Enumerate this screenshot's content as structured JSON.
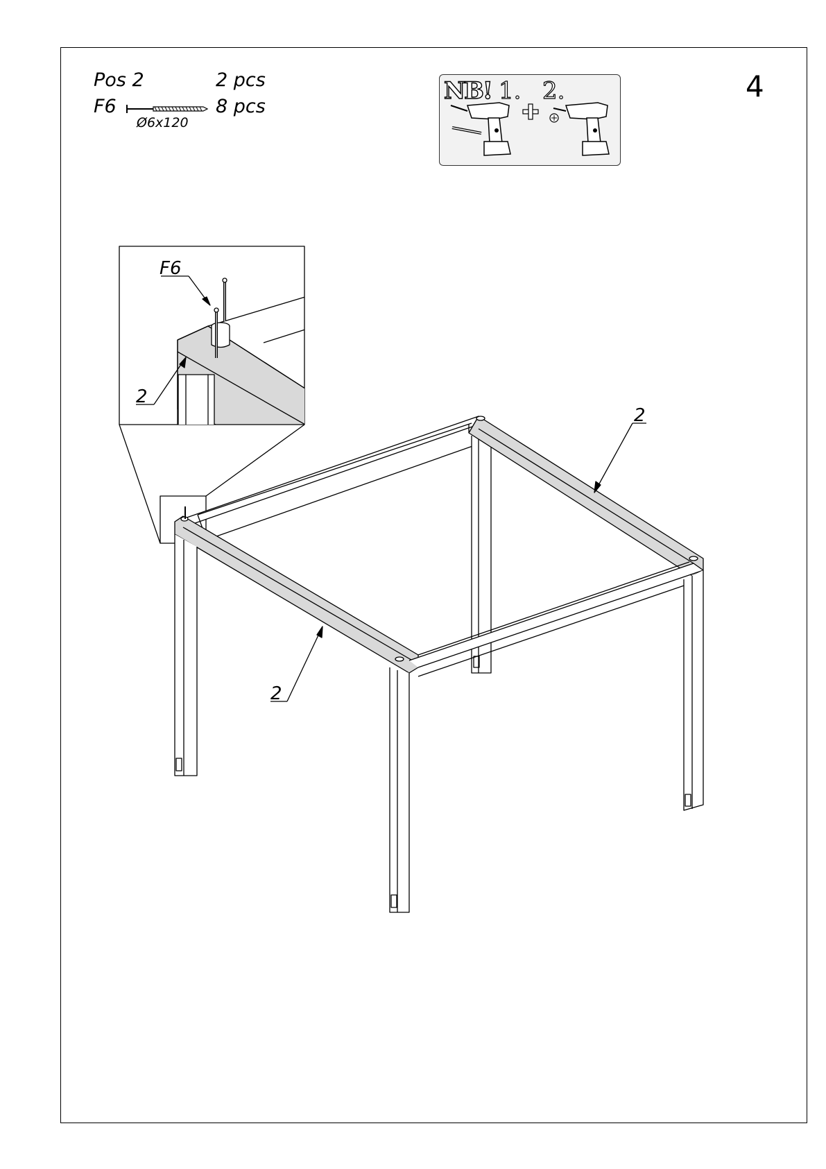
{
  "step_number": "4",
  "parts": {
    "row1": {
      "item": "Pos 2",
      "qty": "2 pcs"
    },
    "row2": {
      "item": "F6",
      "qty": "8 pcs",
      "dimension": "Ø6x120"
    }
  },
  "notice": {
    "label": "NB!",
    "step1": "1.",
    "step2": "2.",
    "plus": "+",
    "icons": [
      "drill-icon",
      "drill-bit-icon",
      "plus-icon",
      "screw-head-icon",
      "screwdriver-drill-icon"
    ]
  },
  "detail": {
    "label_f6": "F6",
    "label_part": "2"
  },
  "callouts": {
    "back_right_rail": "2",
    "front_left_rail": "2"
  },
  "colors": {
    "line": "#000000",
    "highlight_fill": "#d9d9d9",
    "background": "#ffffff"
  }
}
